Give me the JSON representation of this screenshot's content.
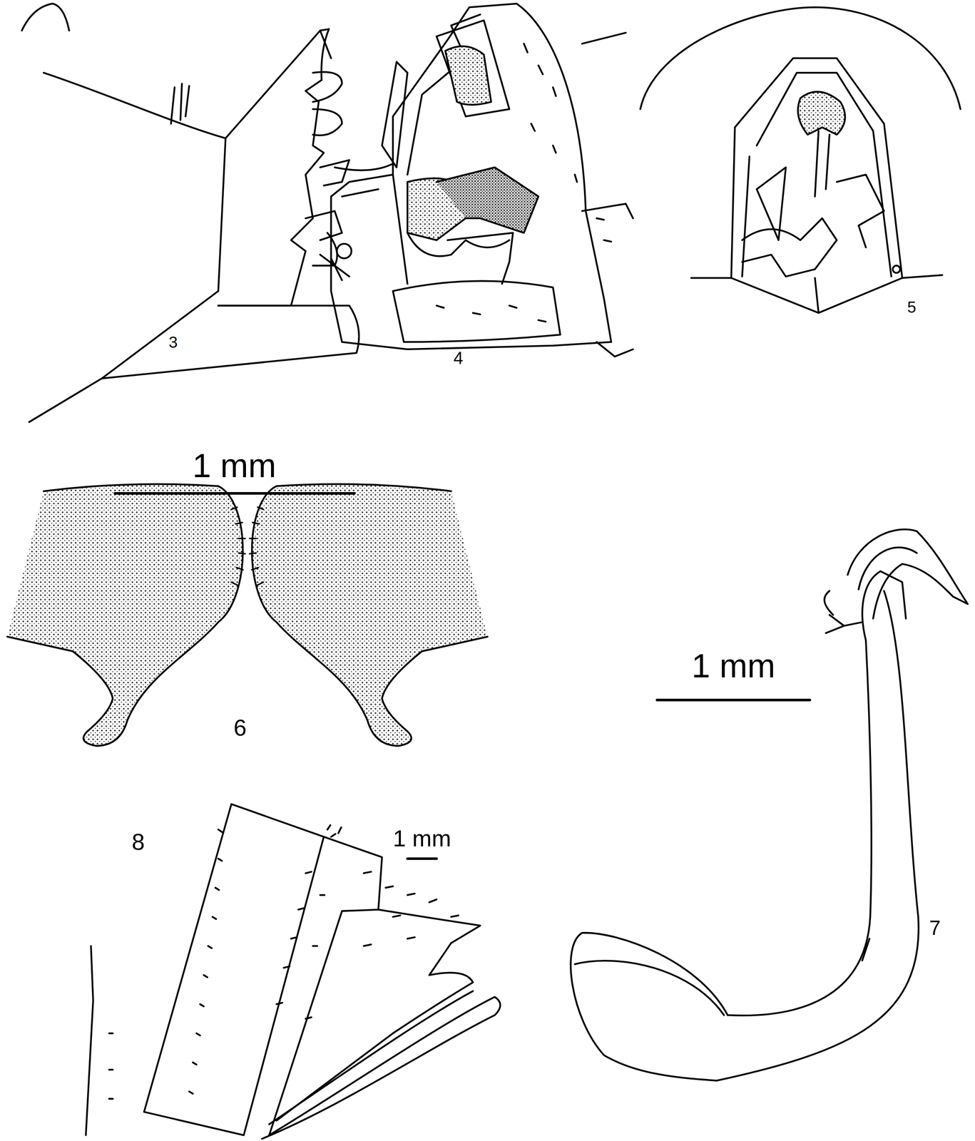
{
  "diagram": {
    "labels": [
      "3",
      "4",
      "5",
      "1 mm",
      "6",
      "1 mm",
      "7",
      "8",
      "1 mm"
    ]
  }
}
